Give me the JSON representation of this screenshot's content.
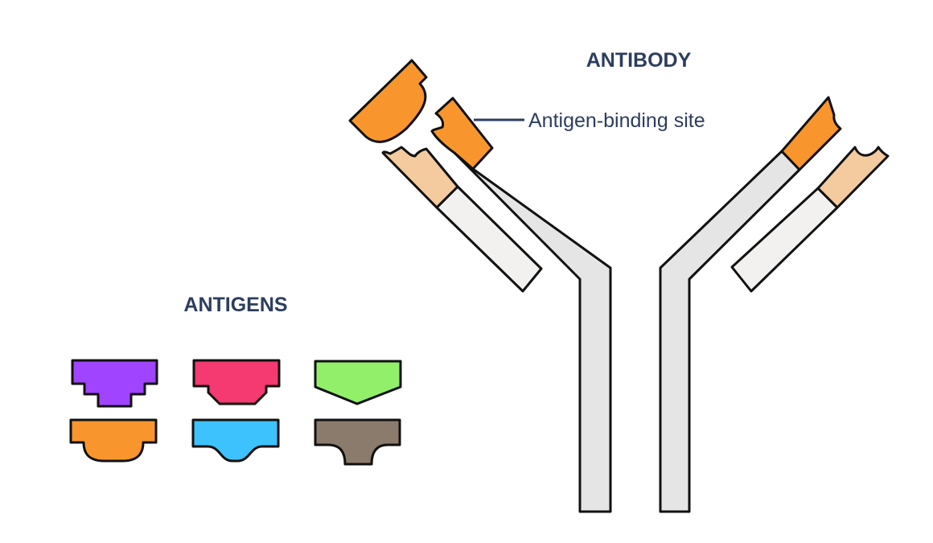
{
  "antibody": {
    "title": "ANTIBODY",
    "binding_site_label": "Antigen-binding site"
  },
  "antigens": {
    "title": "ANTIGENS",
    "items": [
      {
        "name": "purple-antigen",
        "color": "#a044ff"
      },
      {
        "name": "pink-antigen",
        "color": "#f43a70"
      },
      {
        "name": "green-antigen",
        "color": "#92ef69"
      },
      {
        "name": "orange-antigen",
        "color": "#f8962d"
      },
      {
        "name": "blue-antigen",
        "color": "#3ec2fd"
      },
      {
        "name": "brown-antigen",
        "color": "#8b7b6c"
      }
    ]
  },
  "colors": {
    "heavy_chain": "#e5e5e5",
    "light_chain": "#f2f1f0",
    "heavy_tip": "#f8962d",
    "light_tip": "#f3cb9e",
    "outline": "#111111",
    "text": "#2c3e5e"
  }
}
